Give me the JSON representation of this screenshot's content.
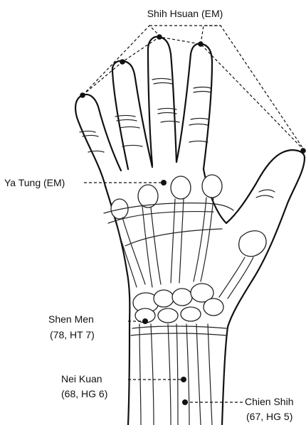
{
  "points": [
    {
      "id": "shih-hsuan",
      "line1": "Shih Hsuan (EM)",
      "line2": ""
    },
    {
      "id": "ya-tung",
      "line1": "Ya Tung (EM)",
      "line2": ""
    },
    {
      "id": "shen-men",
      "line1": "Shen Men",
      "line2": "(78, HT 7)"
    },
    {
      "id": "nei-kuan",
      "line1": "Nei Kuan",
      "line2": "(68, HG 6)"
    },
    {
      "id": "chien-shih",
      "line1": "Chien Shih",
      "line2": "(67, HG 5)"
    }
  ]
}
